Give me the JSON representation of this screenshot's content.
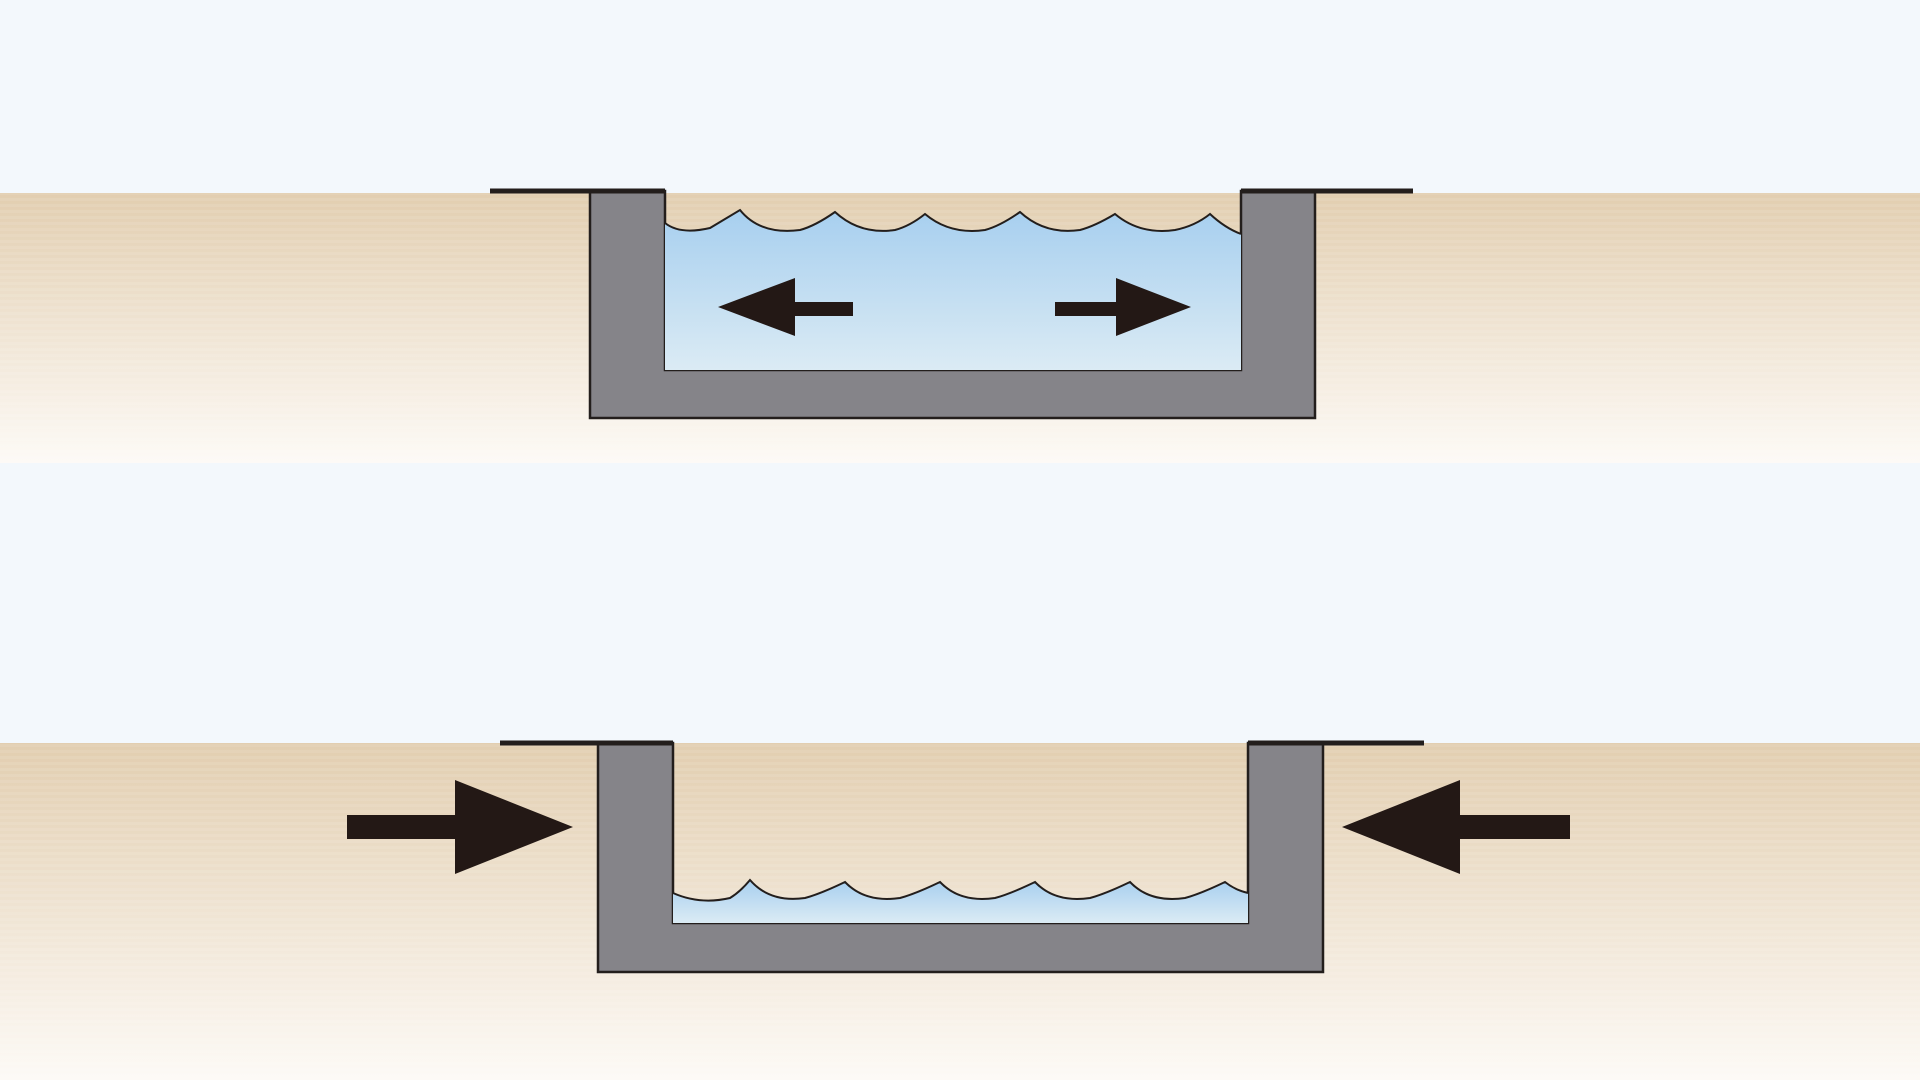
{
  "colors": {
    "sky": "#f3f8fc",
    "soil_top": "#e2ceb0",
    "soil_bottom": "#fdfaf6",
    "wall": "#858489",
    "outline": "#231e1c",
    "water_top": "#a7cfef",
    "water_bottom": "#dbebf4",
    "arrow": "#231815"
  },
  "panels": [
    {
      "id": "full-tank",
      "water_level": "high",
      "pressure_direction": "outward"
    },
    {
      "id": "low-tank",
      "water_level": "low",
      "pressure_direction": "inward"
    }
  ]
}
